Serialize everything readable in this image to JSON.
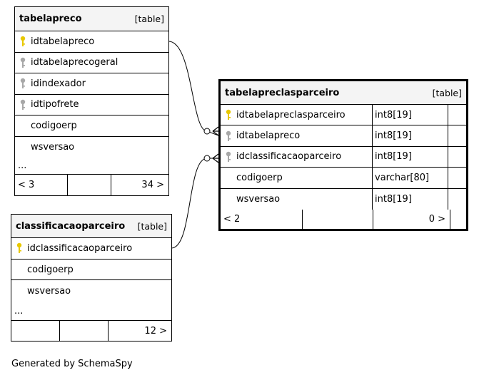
{
  "tables": {
    "tabelapreco": {
      "name": "tabelapreco",
      "type_label": "[table]",
      "columns": [
        {
          "name": "idtabelapreco",
          "key": "primary"
        },
        {
          "name": "idtabelaprecogeral",
          "key": "foreign"
        },
        {
          "name": "idindexador",
          "key": "foreign"
        },
        {
          "name": "idtipofrete",
          "key": "foreign"
        },
        {
          "name": "codigoerp",
          "key": ""
        },
        {
          "name": "wsversao",
          "key": ""
        }
      ],
      "ellipsis": "...",
      "footer": {
        "parents": "< 3",
        "middle": "",
        "children": "34 >"
      }
    },
    "classificacaoparceiro": {
      "name": "classificacaoparceiro",
      "type_label": "[table]",
      "columns": [
        {
          "name": "idclassificacaoparceiro",
          "key": "primary"
        },
        {
          "name": "codigoerp",
          "key": ""
        },
        {
          "name": "wsversao",
          "key": ""
        }
      ],
      "ellipsis": "...",
      "footer": {
        "parents": "",
        "middle": "",
        "children": "12 >"
      }
    },
    "tabelapreclasparceiro": {
      "name": "tabelapreclasparceiro",
      "type_label": "[table]",
      "columns": [
        {
          "name": "idtabelapreclasparceiro",
          "key": "primary",
          "type": "int8[19]"
        },
        {
          "name": "idtabelapreco",
          "key": "foreign",
          "type": "int8[19]"
        },
        {
          "name": "idclassificacaoparceiro",
          "key": "foreign",
          "type": "int8[19]"
        },
        {
          "name": "codigoerp",
          "key": "",
          "type": "varchar[80]"
        },
        {
          "name": "wsversao",
          "key": "",
          "type": "int8[19]"
        }
      ],
      "footer": {
        "parents": "< 2",
        "middle": "",
        "children": "0 >"
      }
    }
  },
  "colors": {
    "primary_key": "#e8c800",
    "foreign_key": "#a8a8a8",
    "header_bg": "#f4f4f4"
  },
  "generated_by": "Generated by SchemaSpy"
}
